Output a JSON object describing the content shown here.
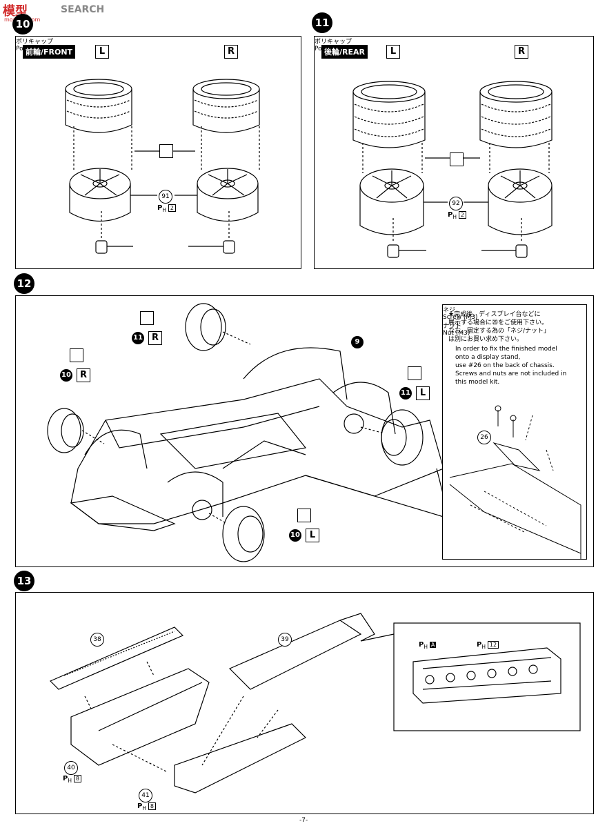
{
  "header": {
    "logo": "模型",
    "logo_sub": "mosnow.com",
    "search_label": "SEARCH"
  },
  "step10": {
    "number": "10",
    "section_label": "前輪/FRONT",
    "left_label": "L",
    "right_label": "R",
    "part_number": "91",
    "ph_prefix": "P",
    "ph_sub": "H",
    "ph_value": "2",
    "polycap_jp": "ポリキャップ",
    "polycap_en": "Polycap"
  },
  "step11": {
    "number": "11",
    "section_label": "後輪/REAR",
    "left_label": "L",
    "right_label": "R",
    "part_number": "92",
    "ph_prefix": "P",
    "ph_sub": "H",
    "ph_value": "2",
    "polycap_jp": "ポリキャップ",
    "polycap_en": "Polycap"
  },
  "step12": {
    "number": "12",
    "callouts": [
      {
        "step": "11",
        "side": "R"
      },
      {
        "step": "10",
        "side": "R"
      },
      {
        "step": "11",
        "side": "L"
      },
      {
        "step": "10",
        "side": "L"
      }
    ],
    "part_9": "9",
    "note_jp": [
      "★完成後、ディスプレイ台などに",
      "展示する場合に㉖をご使用下さい。",
      "なお、固定する為の「ネジ/ナット」",
      "は別にお買い求め下さい。"
    ],
    "note_en": [
      "In order to fix the finished model",
      "onto a display stand,",
      "use #26 on the back of chassis.",
      "Screws and nuts are not included in",
      "this model kit."
    ],
    "screw_jp": "ネジ",
    "screw_en": "Screw (M3)",
    "nut_jp": "ナット",
    "nut_en": "Nut (M3)",
    "part_26": "26"
  },
  "step13": {
    "number": "13",
    "parts": [
      "38",
      "39",
      "40",
      "41"
    ],
    "ph_40_value": "8",
    "ph_41_value": "8",
    "ph_prefix": "P",
    "ph_sub": "H",
    "detail_ph_a": "A",
    "detail_ph_12": "12"
  },
  "footer": {
    "page_number": "-7-"
  }
}
